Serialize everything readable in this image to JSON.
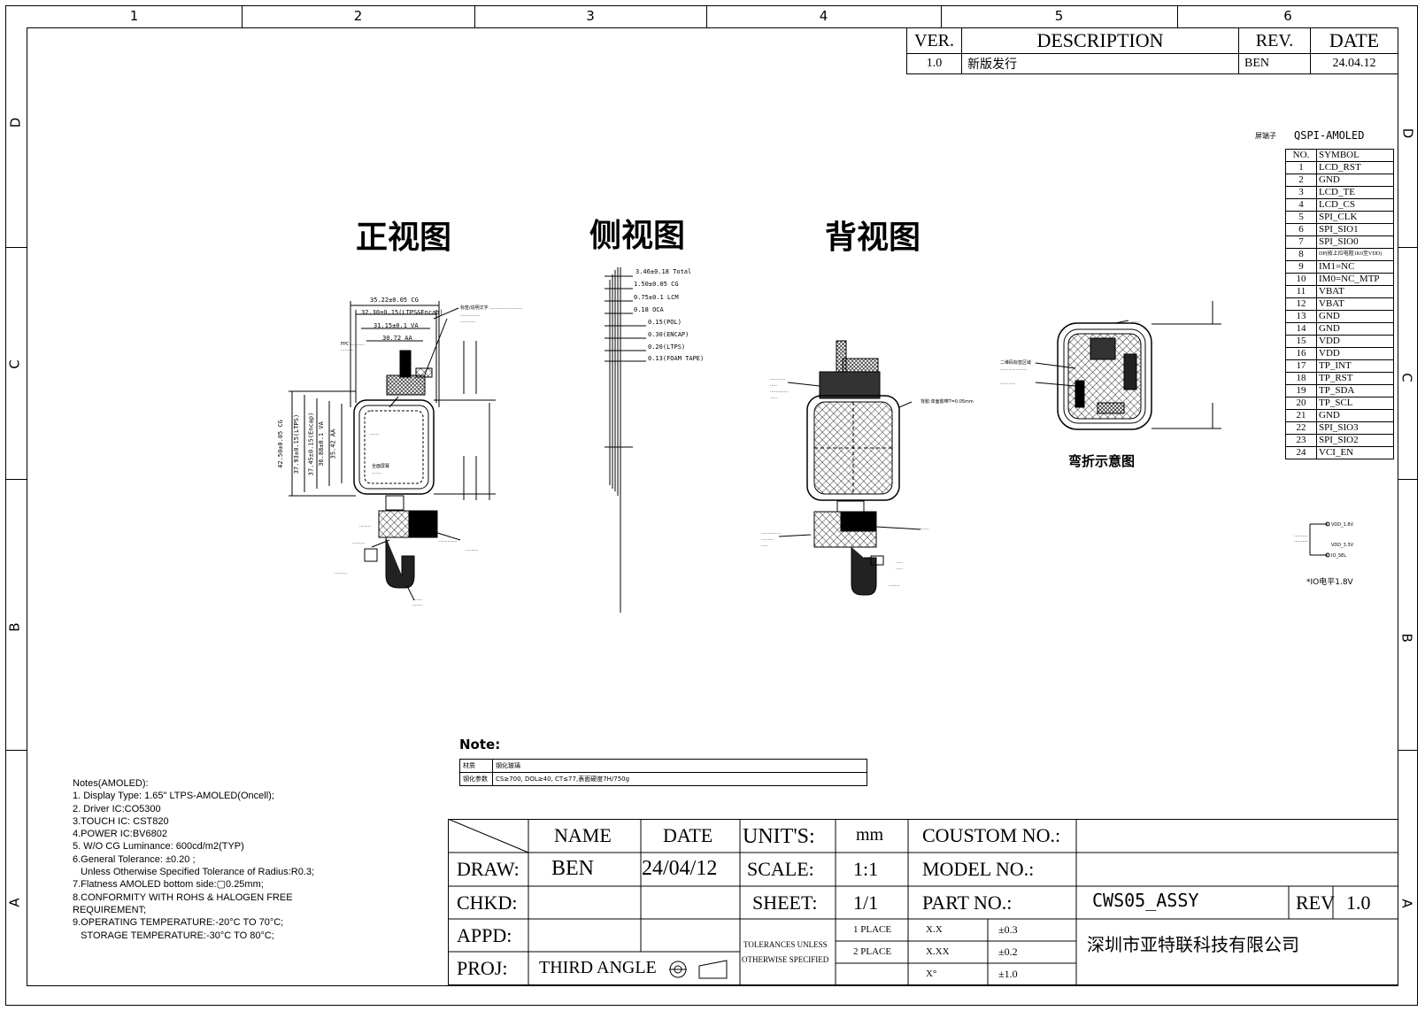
{
  "frame": {
    "col_labels": [
      "1",
      "2",
      "3",
      "4",
      "5",
      "6"
    ],
    "row_labels": [
      "D",
      "C",
      "B",
      "A"
    ]
  },
  "revision": {
    "headers": [
      "VER.",
      "DESCRIPTION",
      "REV.",
      "DATE"
    ],
    "rows": [
      [
        "1.0",
        "新版发行",
        "BEN",
        "24.04.12"
      ]
    ]
  },
  "views": {
    "front": "正视图",
    "side": "侧视图",
    "back": "背视图",
    "bend": "弯折示意图"
  },
  "front_dims": [
    "35.22±0.05 CG",
    "32.30±0.15(LTPS&Encap)",
    "31.15±0.1 VA",
    "30.72 AA",
    "42.50±0.05 CG",
    "37.93±0.15(LTPS)",
    "37.45±0.15(Encap)",
    "36.88±0.1 VA",
    "35.42 AA"
  ],
  "side_dims": [
    "3.46±0.18 Total",
    "1.50±0.05 CG",
    "0.75±0.1 LCM",
    "0.18 OCA",
    "0.15(POL)",
    "0.30(ENCAP)",
    "0.20(LTPS)",
    "0.13(FOAM TAPE)"
  ],
  "back_labels": [
    "背胶:单面胶带T=0.05mm"
  ],
  "pinout": {
    "title": "QSPI-AMOLED",
    "side_label": "屏端子",
    "headers": [
      "NO.",
      "SYMBOL"
    ],
    "rows": [
      [
        "1",
        "LCD_RST"
      ],
      [
        "2",
        "GND"
      ],
      [
        "3",
        "LCD_TE"
      ],
      [
        "4",
        "LCD_CS"
      ],
      [
        "5",
        "SPI_CLK"
      ],
      [
        "6",
        "SPI_SIO1"
      ],
      [
        "7",
        "SPI_SIO0"
      ],
      [
        "8",
        "DP(按上拉电阻1K0至VDD)"
      ],
      [
        "9",
        "IM1=NC"
      ],
      [
        "10",
        "IM0=NC_MTP"
      ],
      [
        "11",
        "VBAT"
      ],
      [
        "12",
        "VBAT"
      ],
      [
        "13",
        "GND"
      ],
      [
        "14",
        "GND"
      ],
      [
        "15",
        "VDD"
      ],
      [
        "16",
        "VDD"
      ],
      [
        "17",
        "TP_INT"
      ],
      [
        "18",
        "TP_RST"
      ],
      [
        "19",
        "TP_SDA"
      ],
      [
        "20",
        "TP_SCL"
      ],
      [
        "21",
        "GND"
      ],
      [
        "22",
        "SPI_SIO3"
      ],
      [
        "23",
        "SPI_SIO2"
      ],
      [
        "24",
        "VCI_EN"
      ]
    ],
    "io_note": "*IO电平1.8V",
    "circuit_labels": [
      "VDD_1.8V",
      "VDD_3.3V",
      "IO_SEL"
    ]
  },
  "note_table": {
    "title": "Note:",
    "rows": [
      [
        "材质",
        "钢化玻璃"
      ],
      [
        "钢化参数",
        "CS≥700, DOL≥40, CT≤77,表面硬度7H/750g"
      ]
    ]
  },
  "notes": {
    "lines": [
      "Notes(AMOLED):",
      "1. Display Type: 1.65\" LTPS-AMOLED(Oncell);",
      "2. Driver IC:CO5300",
      "3.TOUCH IC: CST820",
      "4.POWER IC:BV6802",
      "5. W/O CG Luminance: 600cd/m2(TYP)",
      "6.General Tolerance: ±0.20 ;",
      "   Unless Otherwise Specified Tolerance of Radius:R0.3;",
      "7.Flatness AMOLED bottom side:▢0.25mm;",
      "8.CONFORMITY WITH ROHS & HALOGEN FREE",
      "REQUIREMENT;",
      "9.OPERATING TEMPERATURE:-20°C TO 70°C;",
      "   STORAGE TEMPERATURE:-30°C TO 80°C;"
    ]
  },
  "title_block": {
    "name_h": "NAME",
    "date_h": "DATE",
    "draw_l": "DRAW:",
    "draw_name": "BEN",
    "draw_date": "24/04/12",
    "chkd_l": "CHKD:",
    "appd_l": "APPD:",
    "proj_l": "PROJ:",
    "proj_v": "THIRD ANGLE",
    "units_l": "UNIT'S:",
    "units_v": "mm",
    "scale_l": "SCALE:",
    "scale_v": "1:1",
    "sheet_l": "SHEET:",
    "sheet_v": "1/1",
    "tol_l1": "TOLERANCES UNLESS",
    "tol_l2": "OTHERWISE SPECIFIED",
    "tol_rows": [
      [
        "1 PLACE",
        "X.X",
        "±0.3"
      ],
      [
        "2 PLACE",
        "X.XX",
        "±0.2"
      ],
      [
        "",
        "X°",
        "±1.0"
      ]
    ],
    "custom_l": "COUSTOM NO.:",
    "model_l": "MODEL NO.:",
    "part_l": "PART NO.:",
    "part_v": "CWS05_ASSY",
    "rev_l": "REV",
    "rev_v": "1.0",
    "company": "深圳市亚特联科技有限公司"
  }
}
